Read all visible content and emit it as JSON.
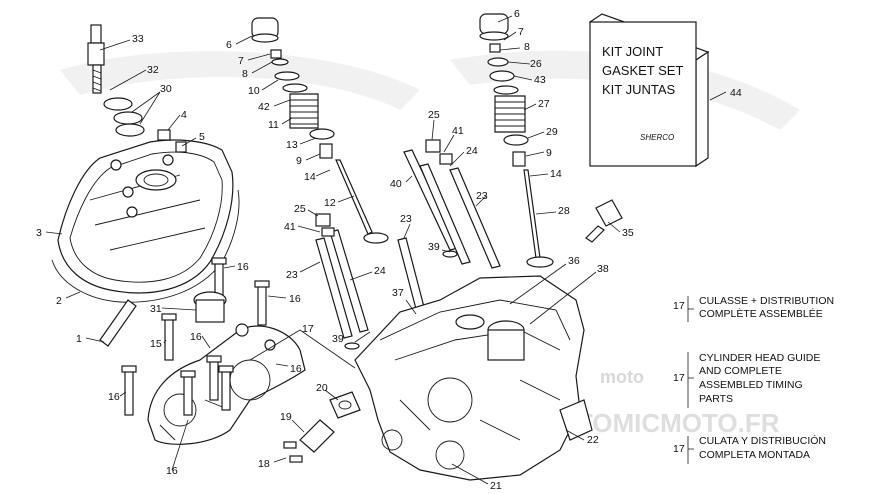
{
  "callouts": {
    "n1": "1",
    "n2": "2",
    "n3": "3",
    "n4": "4",
    "n5": "5",
    "n6a": "6",
    "n6b": "6",
    "n7a": "7",
    "n7b": "7",
    "n8a": "8",
    "n8b": "8",
    "n9a": "9",
    "n9b": "9",
    "n10": "10",
    "n11": "11",
    "n12": "12",
    "n13": "13",
    "n14a": "14",
    "n14b": "14",
    "n15": "15",
    "n16a": "16",
    "n16b": "16",
    "n16c": "16",
    "n16d": "16",
    "n16e": "16",
    "n16f": "16",
    "n17": "17",
    "n18": "18",
    "n19": "19",
    "n20": "20",
    "n21": "21",
    "n22": "22",
    "n23a": "23",
    "n23b": "23",
    "n23c": "23",
    "n24a": "24",
    "n24b": "24",
    "n25a": "25",
    "n25b": "25",
    "n26": "26",
    "n27": "27",
    "n28": "28",
    "n29": "29",
    "n30": "30",
    "n31": "31",
    "n32": "32",
    "n33": "33",
    "n35": "35",
    "n36": "36",
    "n37": "37",
    "n38": "38",
    "n39a": "39",
    "n39b": "39",
    "n40": "40",
    "n41a": "41",
    "n41b": "41",
    "n42": "42",
    "n43": "43",
    "n44": "44"
  },
  "kit_box": {
    "line1": "KIT JOINT",
    "line2": "GASKET SET",
    "line3": "KIT JUNTAS",
    "brand": "SHERCO"
  },
  "legend": [
    {
      "ref": "17",
      "lines": [
        "CULASSE + DISTRIBUTION",
        "COMPLÈTE ASSEMBLÉE"
      ]
    },
    {
      "ref": "17",
      "lines": [
        "CYLINDER HEAD GUIDE",
        "AND COMPLETE",
        "ASSEMBLED TIMING",
        "PARTS"
      ]
    },
    {
      "ref": "17",
      "lines": [
        "CULATA Y DISTRIBUCIÓN",
        "COMPLETA MONTADA"
      ]
    }
  ],
  "watermark": {
    "brand": "moto",
    "url": "ATOMICMOTO.FR"
  }
}
